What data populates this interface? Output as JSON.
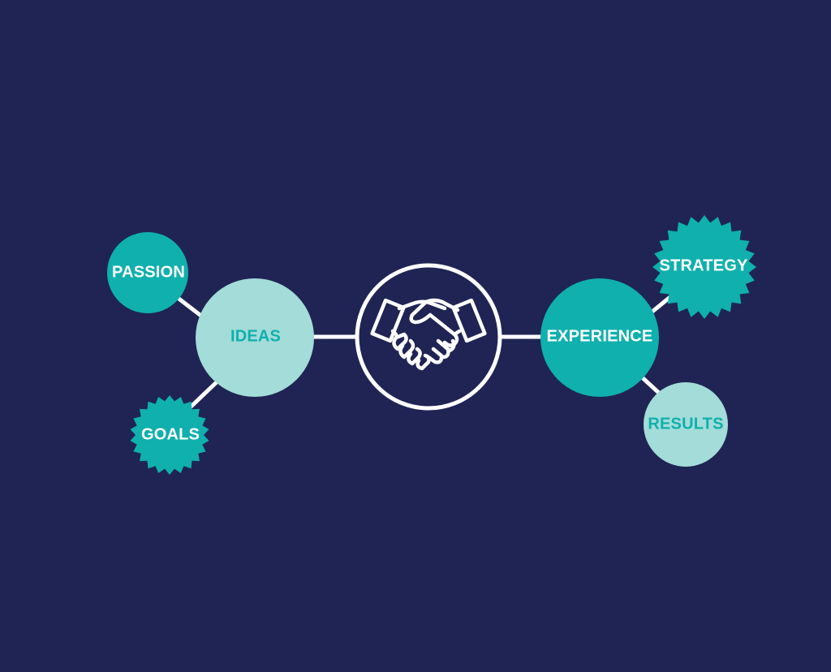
{
  "colors": {
    "background": "#1f2454",
    "teal": "#0fb0ad",
    "light_teal": "#a3dcd8",
    "connector": "#ffffff",
    "center_fill": "#22275c"
  },
  "center": {
    "icon": "handshake-icon"
  },
  "nodes": {
    "passion": {
      "label": "PASSION"
    },
    "ideas": {
      "label": "IDEAS"
    },
    "goals": {
      "label": "GOALS"
    },
    "experience": {
      "label": "EXPERIENCE"
    },
    "strategy": {
      "label": "STRATEGY"
    },
    "results": {
      "label": "RESULTS"
    }
  }
}
